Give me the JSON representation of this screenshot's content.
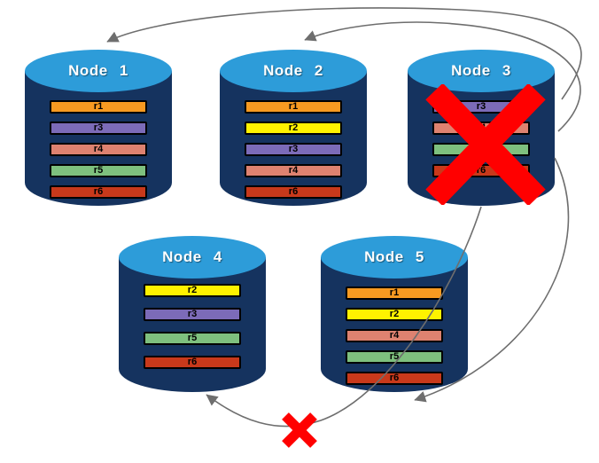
{
  "nodes": [
    {
      "label": "Node 1",
      "records": [
        {
          "label": "r1",
          "color": "#F79A21"
        },
        {
          "label": "r3",
          "color": "#7C6BB8"
        },
        {
          "label": "r4",
          "color": "#DE8270"
        },
        {
          "label": "r5",
          "color": "#7EC07E"
        },
        {
          "label": "r6",
          "color": "#C8391B"
        }
      ]
    },
    {
      "label": "Node 2",
      "records": [
        {
          "label": "r1",
          "color": "#F79A21"
        },
        {
          "label": "r2",
          "color": "#FFF200"
        },
        {
          "label": "r3",
          "color": "#7C6BB8"
        },
        {
          "label": "r4",
          "color": "#DE8270"
        },
        {
          "label": "r6",
          "color": "#C8391B"
        }
      ]
    },
    {
      "label": "Node 3",
      "records": [
        {
          "label": "r3",
          "color": "#7C6BB8"
        },
        {
          "label": "r4",
          "color": "#DE8270"
        },
        {
          "label": "r5",
          "color": "#7EC07E"
        },
        {
          "label": "r6",
          "color": "#C8391B"
        }
      ]
    },
    {
      "label": "Node 4",
      "records": [
        {
          "label": "r2",
          "color": "#FFF200"
        },
        {
          "label": "r3",
          "color": "#7C6BB8"
        },
        {
          "label": "r5",
          "color": "#7EC07E"
        },
        {
          "label": "r6",
          "color": "#C8391B"
        }
      ]
    },
    {
      "label": "Node 5",
      "records": [
        {
          "label": "r1",
          "color": "#F79A21"
        },
        {
          "label": "r2",
          "color": "#FFF200"
        },
        {
          "label": "r4",
          "color": "#DE8270"
        },
        {
          "label": "r5",
          "color": "#7EC07E"
        },
        {
          "label": "r6",
          "color": "#C8391B"
        }
      ]
    }
  ],
  "cylinder": {
    "top_color": "#2D9CD9",
    "body_color": "#15335F",
    "title_color": "#FFFFFF"
  },
  "arrows": {
    "color": "#6E6E6E",
    "source": "Node 3",
    "targets": [
      "Node 1",
      "Node 2",
      "Node 5",
      "Node 4"
    ]
  },
  "failure": {
    "failed_node": "Node 3",
    "x_color": "#FF0000",
    "blocked_transfer_target": "Node 4"
  }
}
